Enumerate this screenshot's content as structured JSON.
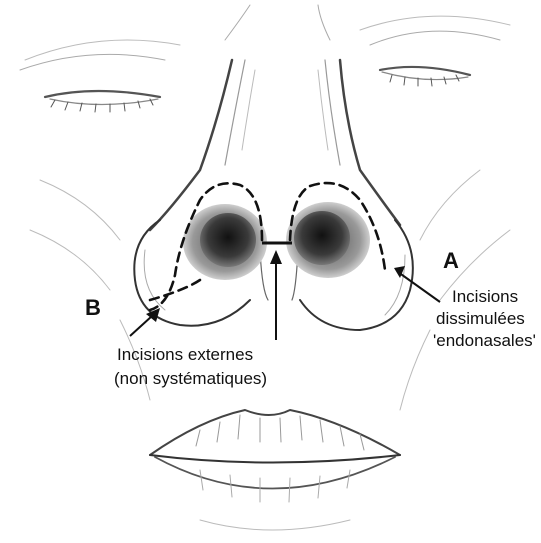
{
  "labels": {
    "a": "A",
    "b": "B",
    "endonasal_line1": "Incisions",
    "endonasal_line2": "dissimulées",
    "endonasal_line3": "'endonasales'",
    "external_line1": "Incisions externes",
    "external_line2": "(non systématiques)"
  },
  "colors": {
    "ink": "#111111",
    "shade": "#9a9a9a",
    "nostril": "#3a3a3a"
  }
}
